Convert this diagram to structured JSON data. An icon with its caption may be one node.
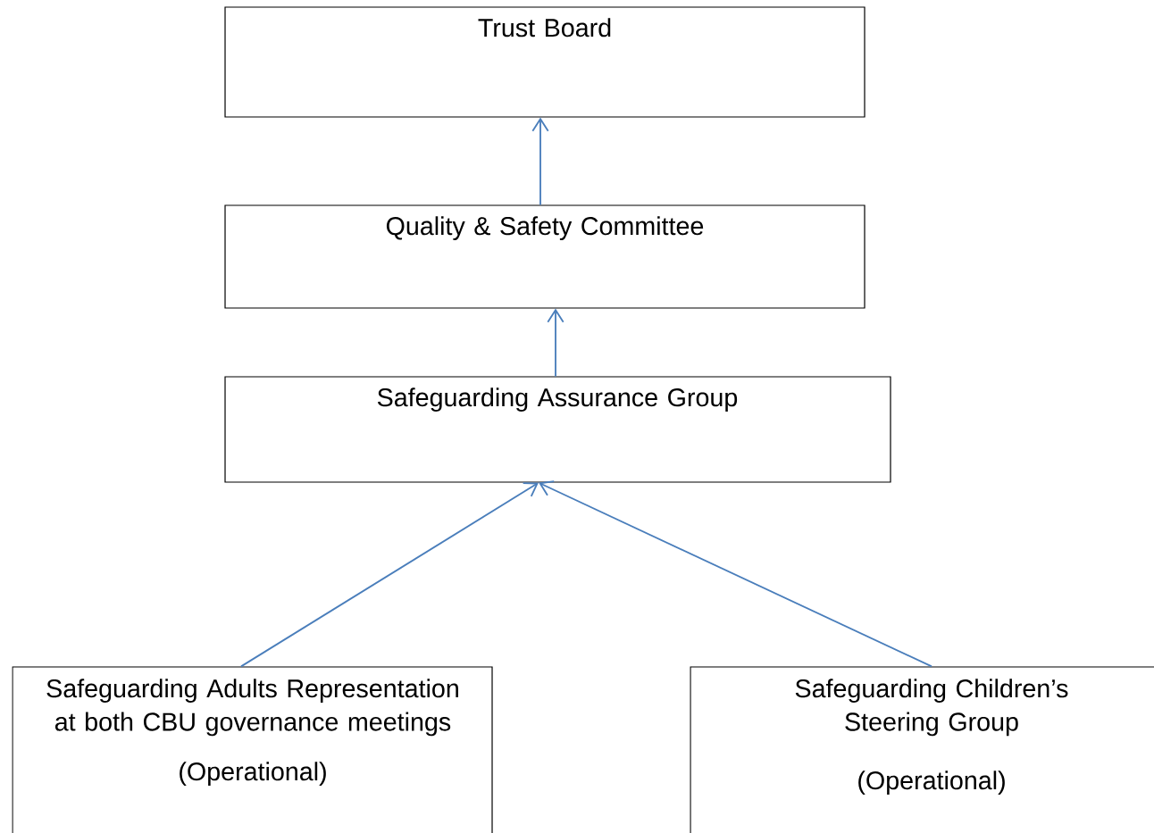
{
  "diagram": {
    "nodes": [
      {
        "text": [
          "Trust Board"
        ]
      },
      {
        "text": [
          "Quality & Safety Committee"
        ]
      },
      {
        "text": [
          "Safeguarding Assurance Group"
        ]
      },
      {
        "text": [
          "Safeguarding Adults Representation at both CBU governance meetings",
          "(Operational)"
        ]
      },
      {
        "text": [
          "Safeguarding Children’s Steering Group",
          "(Operational)"
        ]
      }
    ],
    "edges": [
      {
        "from": 1,
        "to": 0,
        "arrow": "to"
      },
      {
        "from": 2,
        "to": 1,
        "arrow": "to"
      },
      {
        "from": 3,
        "to": 2,
        "arrow": "to"
      },
      {
        "from": 4,
        "to": 2,
        "arrow": "to"
      }
    ]
  }
}
